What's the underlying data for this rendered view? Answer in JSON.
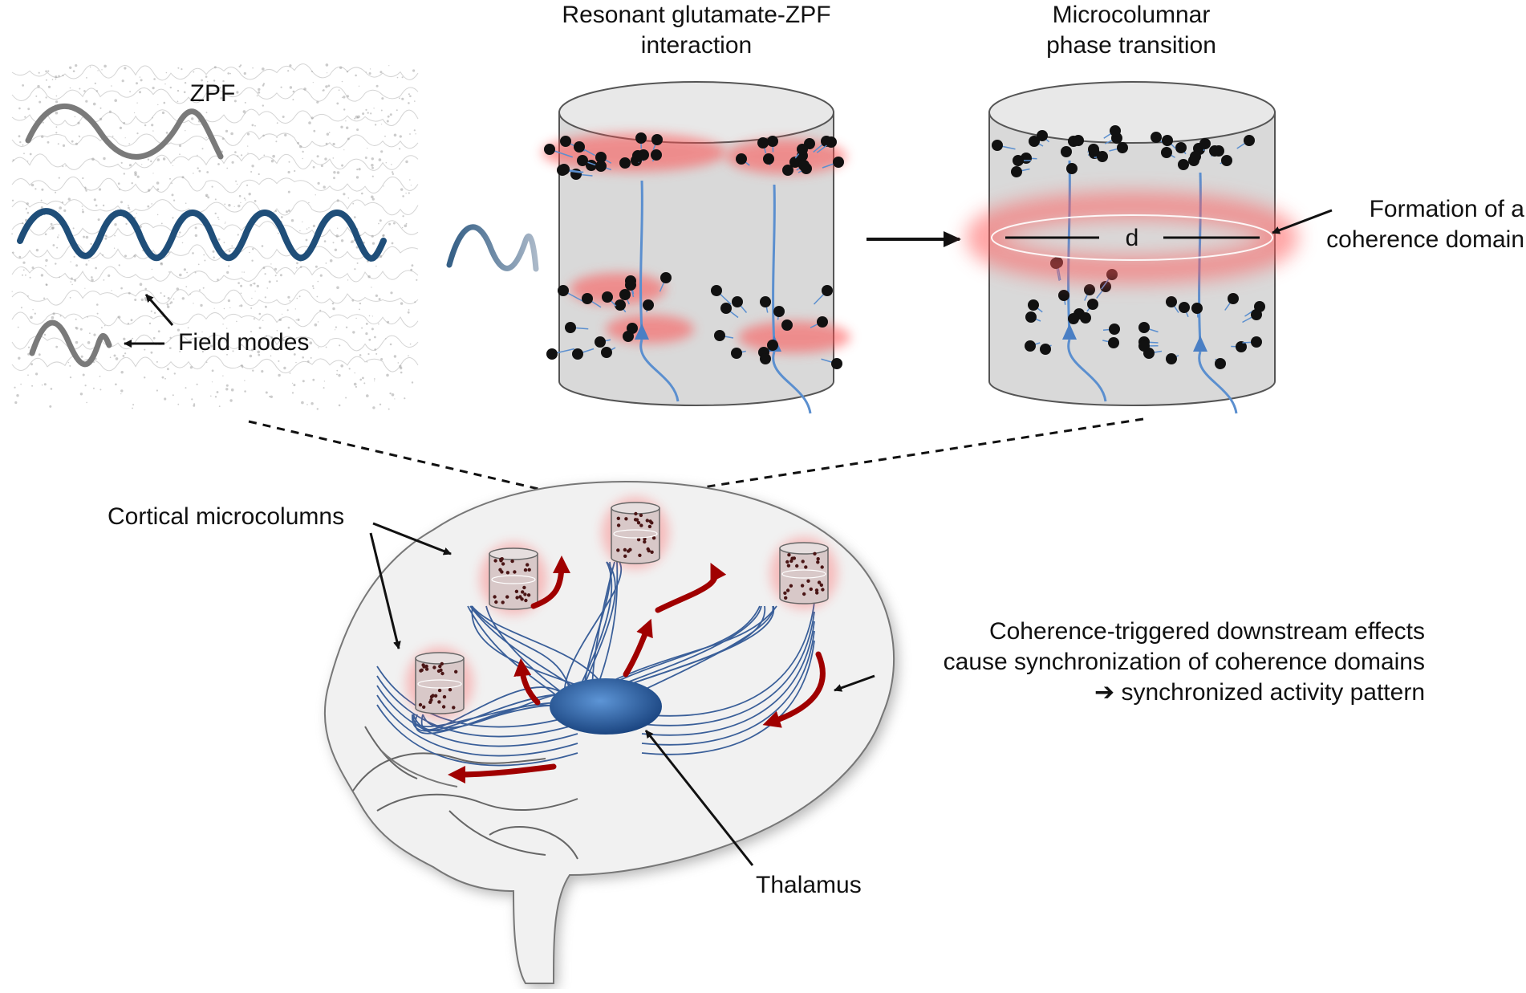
{
  "labels": {
    "zpf": "ZPF",
    "field_modes": "Field modes",
    "resonant_line1": "Resonant glutamate-ZPF",
    "resonant_line2": "interaction",
    "micro_line1": "Microcolumnar",
    "micro_line2": "phase transition",
    "formation_line1": "Formation of a",
    "formation_line2": "coherence domain",
    "d": "d",
    "cortical": "Cortical microcolumns",
    "coh_line1": "Coherence-triggered downstream effects",
    "coh_line2": "cause synchronization of coherence domains",
    "coh_line3": "synchronized activity pattern",
    "thalamus": "Thalamus"
  },
  "icons": {
    "result_arrow": "right-arrow-icon"
  },
  "colors": {
    "wave_blue": "#1f4e79",
    "wave_gray": "#808080",
    "neuron_blue": "#5b8fcf",
    "glow_red": "#ff4d4d",
    "flow_red": "#b00000",
    "thalamus_blue": "#1e5ea8",
    "cylinder_gray": "#d9d9d9",
    "brain_fill": "#f0f0f0"
  }
}
